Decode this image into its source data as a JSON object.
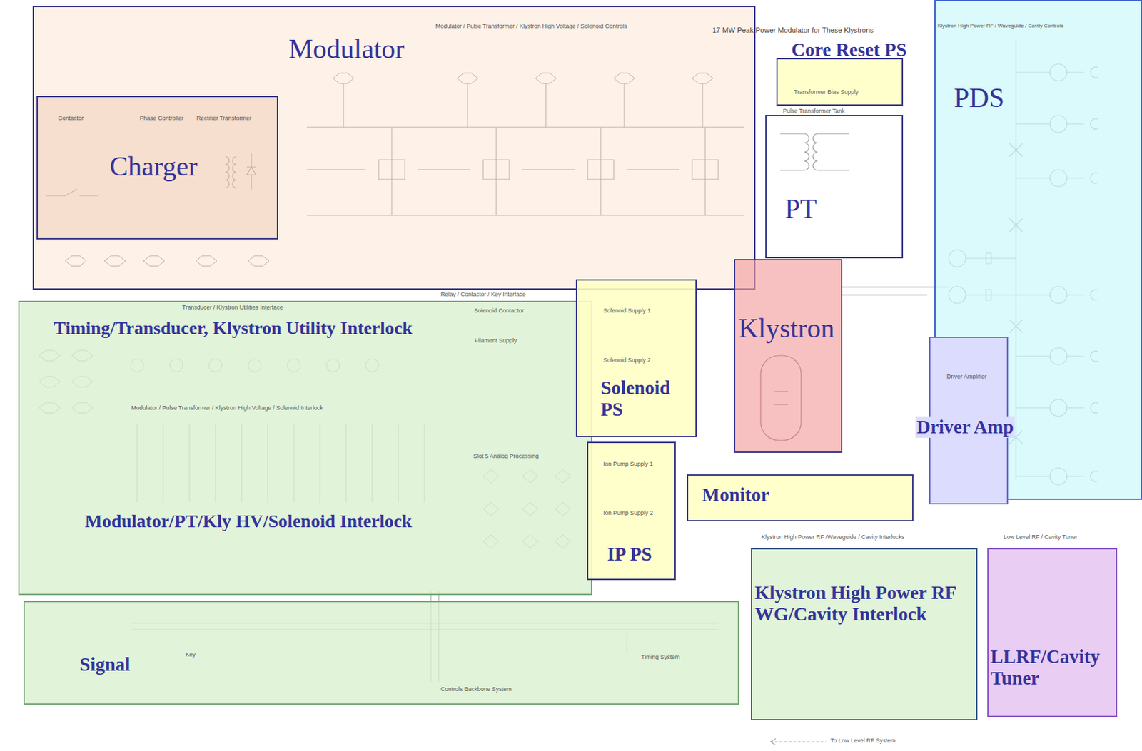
{
  "diagram": {
    "nodes": [
      {
        "text": [
          "Modulator"
        ]
      },
      {
        "text": [
          "Charger"
        ],
        "in": 0
      },
      {
        "text": [
          "Core Reset PS"
        ]
      },
      {
        "text": [
          "PT"
        ]
      },
      {
        "text": [
          "PDS"
        ]
      },
      {
        "text": [
          "Klystron"
        ]
      },
      {
        "text": [
          "Solenoid PS"
        ]
      },
      {
        "text": [
          "Driver Amp"
        ]
      },
      {
        "text": [
          "Timing/Transducer, Klystron Utility Interlock",
          "Modulator/PT/Kly HV/Solenoid Interlock"
        ]
      },
      {
        "text": [
          "IP PS"
        ]
      },
      {
        "text": [
          "Monitor"
        ]
      },
      {
        "text": [
          "Klystron High Power RF WG/Cavity Interlock"
        ]
      },
      {
        "text": [
          "Signal"
        ]
      },
      {
        "text": [
          "LLRF/Cavity Tuner"
        ]
      }
    ],
    "labels": [
      "Modulator / Pulse Transformer / Klystron High Voltage / Solenoid Controls",
      "17 MW Peak Power Modulator for These Klystrons",
      "Klystron High Power RF / Waveguide / Cavity Controls",
      "Pulse Transformer Tank",
      "Transformer Bias Supply",
      "Contactor",
      "Phase Controller",
      "Rectifier Transformer",
      "Transducer / Klystron Utilities Interface",
      "Relay / Contactor / Key Interface",
      "Solenoid Contactor",
      "Filament Supply",
      "Modulator / Pulse Transformer / Klystron High Voltage / Solenoid Interlock",
      "Slot 5 Analog Processing",
      "Solenoid Supply 1",
      "Solenoid Supply 2",
      "Ion Pump Supply 1",
      "Ion Pump Supply 2",
      "Driver Amplifier",
      "Klystron High Power RF /Waveguide / Cavity Interlocks",
      "Low Level RF / Cavity Tuner",
      "Key",
      "Timing System",
      "Controls Backbone System",
      "To Low Level RF System"
    ]
  }
}
